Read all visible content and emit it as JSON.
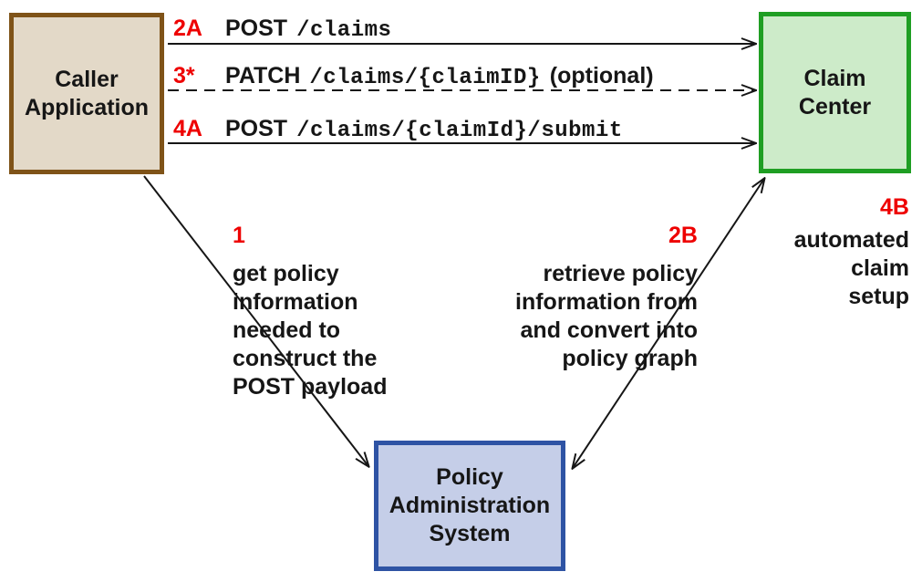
{
  "nodes": {
    "caller_application": {
      "label": [
        "Caller",
        "Application"
      ],
      "fill": "#E3D9C8",
      "border": "#7F5318"
    },
    "claim_center": {
      "label": [
        "Claim",
        "Center"
      ],
      "fill": "#CDEBC9",
      "border": "#1F9E23"
    },
    "policy_administration_system": {
      "label": [
        "Policy",
        "Administration",
        "System"
      ],
      "fill": "#C5CEE8",
      "border": "#2E53A4"
    }
  },
  "messages": [
    {
      "step": "2A",
      "method": "POST",
      "path": "/claims",
      "note": "",
      "line_style": "solid",
      "from": "caller_application",
      "to": "claim_center"
    },
    {
      "step": "3*",
      "method": "PATCH",
      "path": "/claims/{claimID}",
      "note": "(optional)",
      "line_style": "dashed",
      "from": "caller_application",
      "to": "claim_center"
    },
    {
      "step": "4A",
      "method": "POST",
      "path": "/claims/{claimId}/submit",
      "note": "",
      "line_style": "solid",
      "from": "caller_application",
      "to": "claim_center"
    }
  ],
  "annotations": [
    {
      "step": "1",
      "lines": [
        "get policy",
        "information",
        "needed to",
        "construct the",
        "POST payload"
      ],
      "arrow": "caller_application -> policy_administration_system"
    },
    {
      "step": "2B",
      "lines": [
        "retrieve policy",
        "information from",
        "and convert into",
        "policy graph"
      ],
      "arrow": "policy_administration_system <-> claim_center"
    },
    {
      "step": "4B",
      "lines": [
        "automated",
        "claim",
        "setup"
      ],
      "arrow": ""
    }
  ],
  "colors": {
    "step_number_red": "#EE0000",
    "text_black": "#161616",
    "background": "#FFFFFF",
    "caller_fill": "#E3D9C8",
    "caller_border": "#7F5318",
    "claim_center_fill": "#CDEBC9",
    "claim_center_border": "#1F9E23",
    "pas_fill": "#C5CEE8",
    "pas_border": "#2E53A4"
  }
}
